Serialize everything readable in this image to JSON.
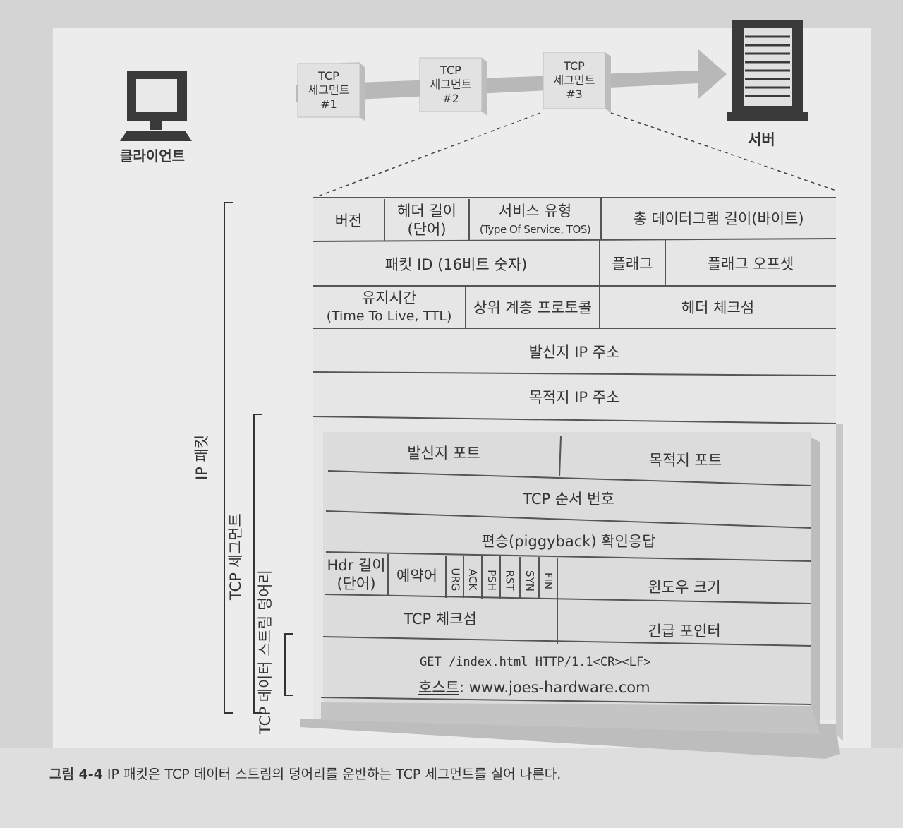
{
  "client": {
    "label": "클라이언트"
  },
  "server": {
    "label": "서버"
  },
  "segments": [
    {
      "line1": "TCP",
      "line2": "세그먼트",
      "line3": "#1"
    },
    {
      "line1": "TCP",
      "line2": "세그먼트",
      "line3": "#2"
    },
    {
      "line1": "TCP",
      "line2": "세그먼트",
      "line3": "#3"
    }
  ],
  "brackets": {
    "ip_packet": "IP 패킷",
    "tcp_segment": "TCP 세그먼트",
    "tcp_data_chunk": "TCP 데이터 스트림 덩어리"
  },
  "ip_header": {
    "version": "버전",
    "header_length_1": "헤더 길이",
    "header_length_2": "(단어)",
    "tos_1": "서비스 유형",
    "tos_2": "(Type Of Service, TOS)",
    "total_length": "총 데이터그램 길이(바이트)",
    "packet_id": "패킷 ID (16비트 숫자)",
    "flags": "플래그",
    "flag_offset": "플래그 오프셋",
    "ttl_1": "유지시간",
    "ttl_2": "(Time To Live, TTL)",
    "protocol": "상위 계층 프로토콜",
    "checksum": "헤더 체크섬",
    "source_ip": "발신지 IP 주소",
    "dest_ip": "목적지 IP 주소"
  },
  "tcp_header": {
    "source_port": "발신지 포트",
    "dest_port": "목적지 포트",
    "seq": "TCP 순서 번호",
    "ack": "편승(piggyback) 확인응답",
    "hdr_len_1": "Hdr 길이",
    "hdr_len_2": "(단어)",
    "reserved": "예약어",
    "flags": [
      "URG",
      "ACK",
      "PSH",
      "RST",
      "SYN",
      "FIN"
    ],
    "window": "윈도우 크기",
    "checksum": "TCP 체크섬",
    "urgent": "긴급 포인터"
  },
  "payload": {
    "line1": "GET /index.html HTTP/1.1<CR><LF>",
    "line2_label": "호스트",
    "line2_value": ": www.joes-hardware.com"
  },
  "caption": {
    "label": "그림 4-4",
    "text": "IP 패킷은 TCP 데이터 스트림의 덩어리를 운반하는 TCP 세그먼트를 실어 나른다."
  }
}
